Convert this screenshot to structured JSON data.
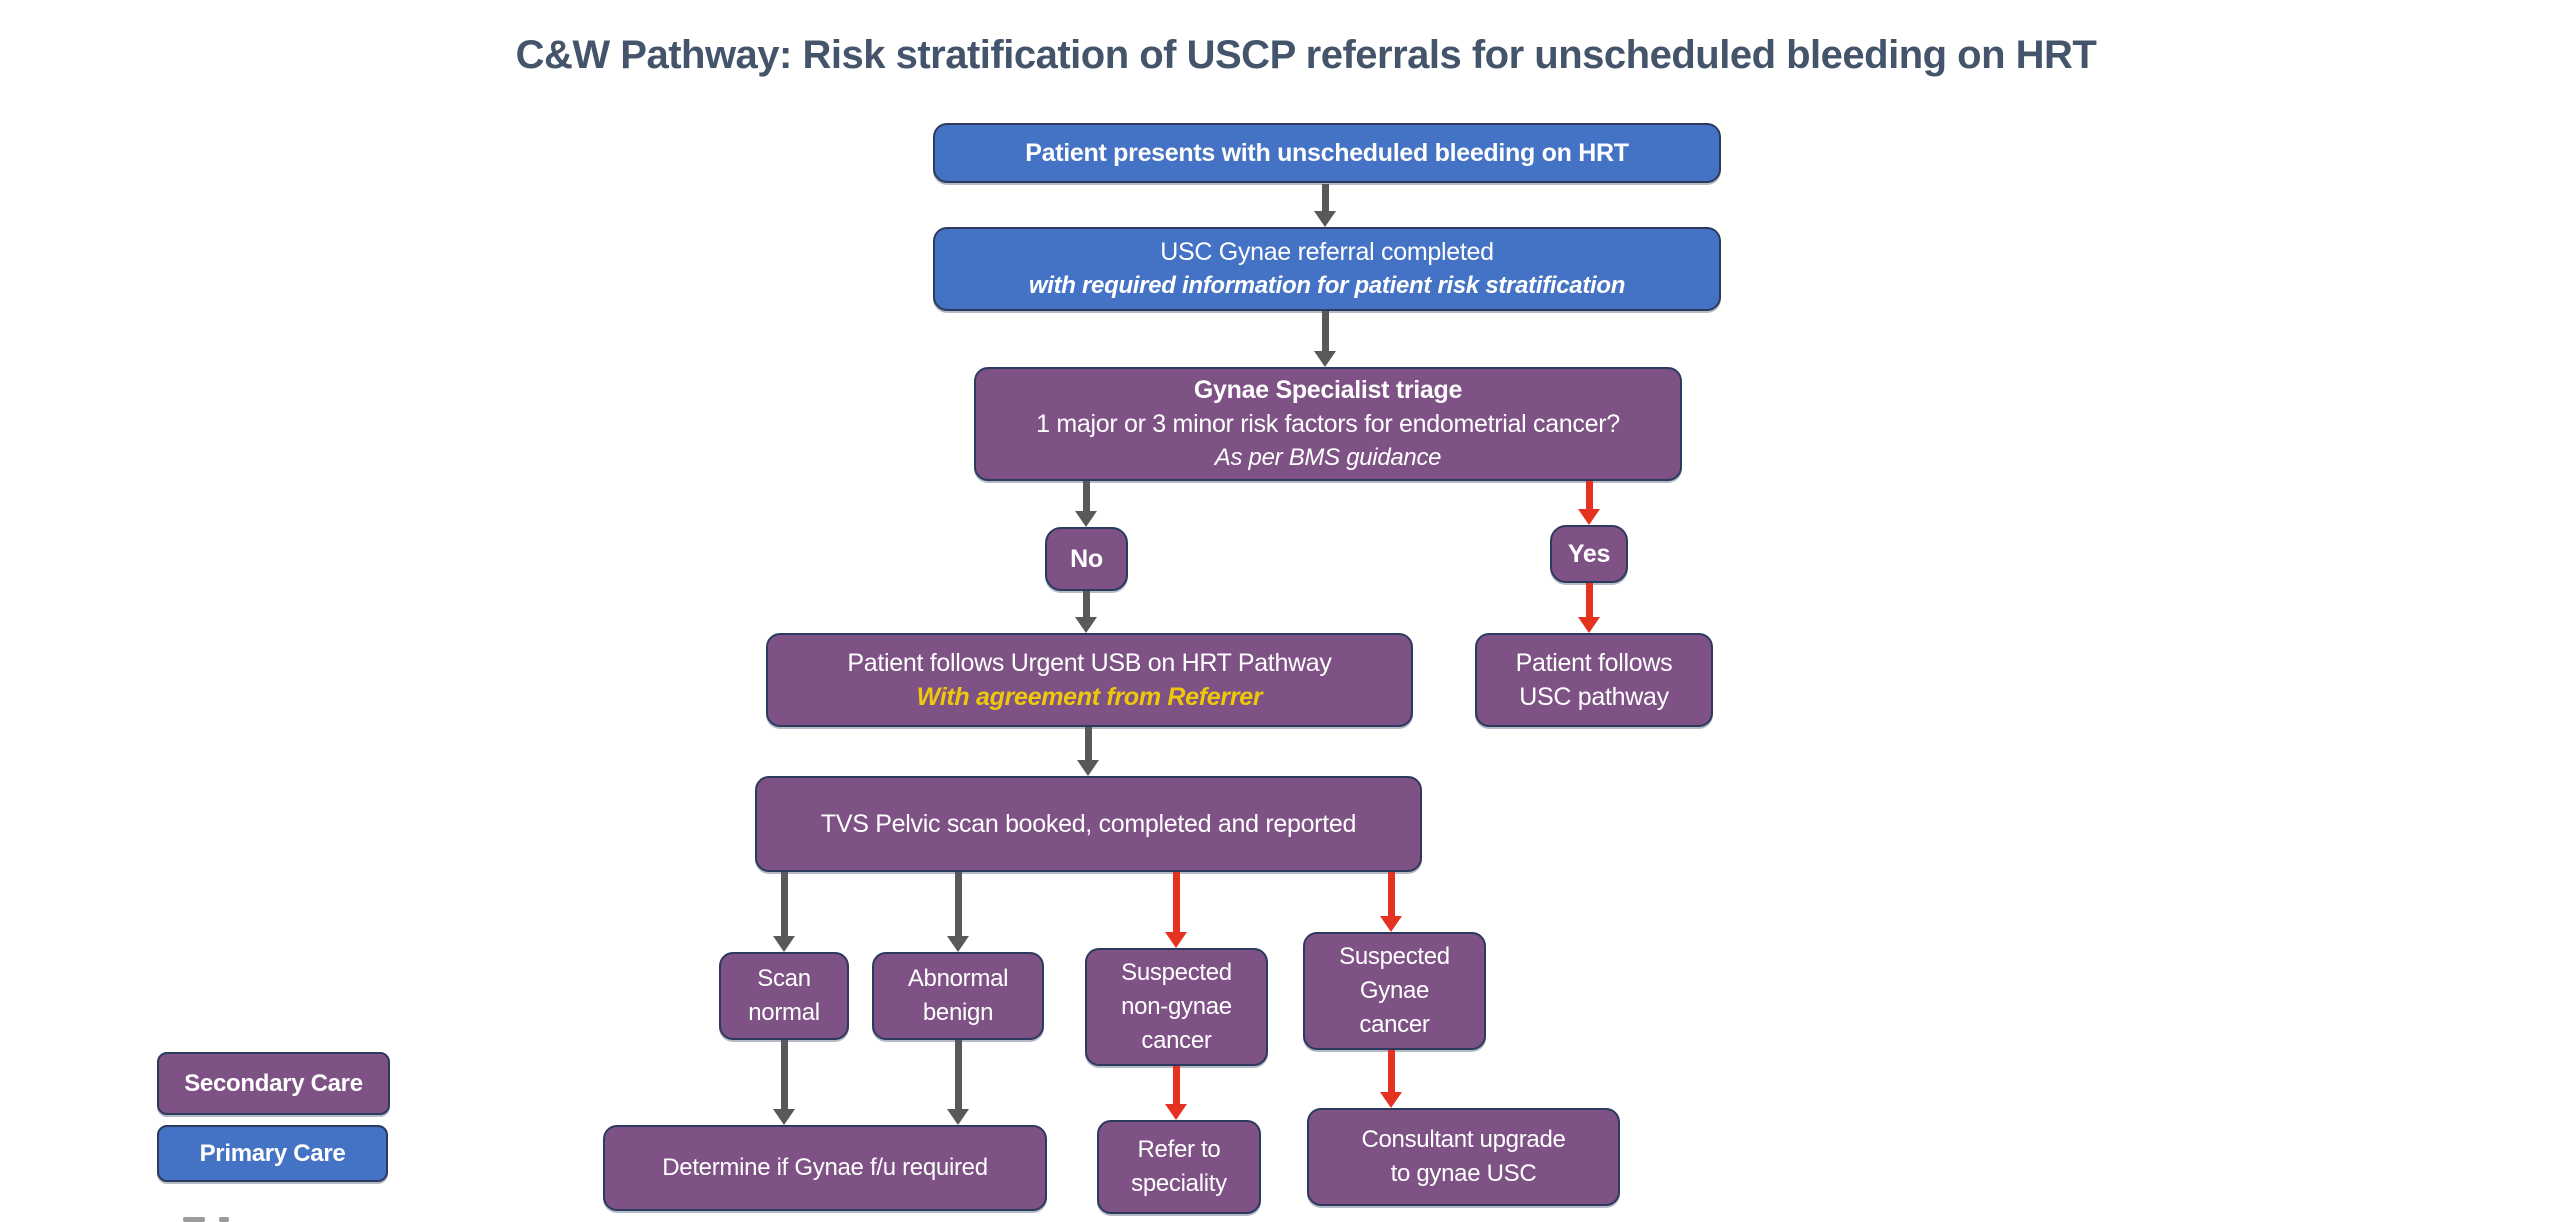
{
  "title": "C&W Pathway: Risk stratification of USCP referrals for unscheduled bleeding on HRT",
  "nodes": {
    "present": {
      "lines": [
        "Patient presents with unscheduled bleeding on HRT"
      ]
    },
    "referral": {
      "lines": [
        "USC Gynae referral completed",
        "with required information for patient risk stratification"
      ]
    },
    "triage": {
      "lines": [
        "Gynae Specialist triage",
        "1 major or 3 minor risk factors for endometrial cancer?",
        "As per BMS guidance"
      ]
    },
    "decision_no": {
      "lines": [
        "No"
      ]
    },
    "decision_yes": {
      "lines": [
        "Yes"
      ]
    },
    "usb_pathway": {
      "lines": [
        "Patient follows Urgent USB on HRT Pathway",
        "With agreement from Referrer"
      ]
    },
    "usc_pathway": {
      "lines": [
        "Patient follows",
        "USC pathway"
      ]
    },
    "tvs_scan": {
      "lines": [
        "TVS Pelvic scan booked, completed and reported"
      ]
    },
    "scan_normal": {
      "lines": [
        "Scan",
        "normal"
      ]
    },
    "abnormal_benign": {
      "lines": [
        "Abnormal",
        "benign"
      ]
    },
    "suspected_non_gynae": {
      "lines": [
        "Suspected",
        "non-gynae",
        "cancer"
      ]
    },
    "suspected_gynae": {
      "lines": [
        "Suspected",
        "Gynae",
        "cancer"
      ]
    },
    "determine_fu": {
      "lines": [
        "Determine if Gynae f/u required"
      ]
    },
    "refer_speciality": {
      "lines": [
        "Refer to",
        "speciality"
      ]
    },
    "consultant_upgrade": {
      "lines": [
        "Consultant upgrade",
        "to gynae USC"
      ]
    }
  },
  "legend": {
    "secondary_care": "Secondary Care",
    "primary_care": "Primary Care"
  },
  "colors": {
    "secondary_care_fill": "#7E5285",
    "primary_care_fill": "#4472C4",
    "box_border": "#2C3A5E",
    "arrow_gray": "#595959",
    "arrow_red": "#E5311F",
    "highlight_yellow": "#EFC80A",
    "title_text": "#44546A",
    "box_text": "#FFFFFF"
  }
}
